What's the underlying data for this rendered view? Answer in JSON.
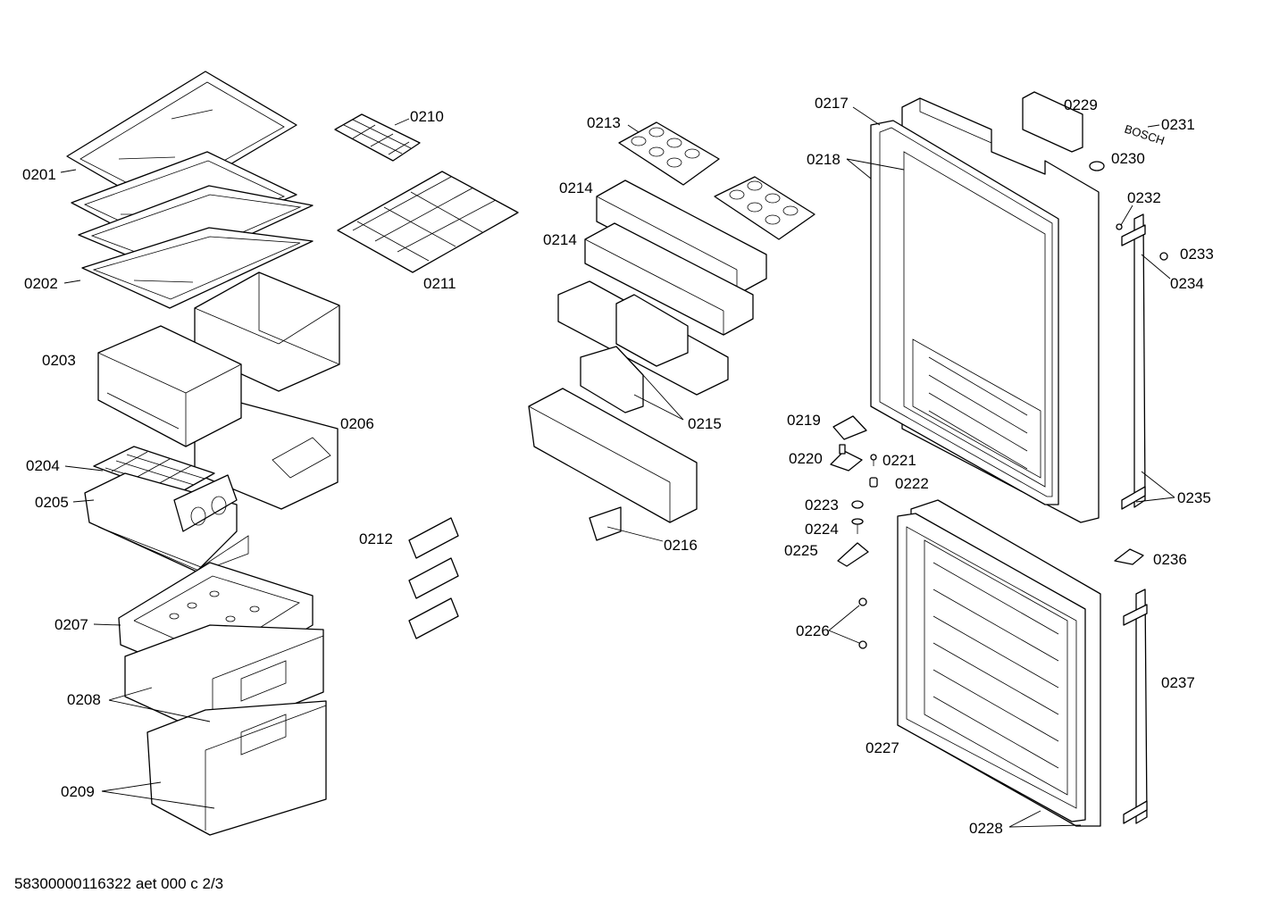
{
  "diagram": {
    "labels": {
      "l0201": "0201",
      "l0202": "0202",
      "l0203": "0203",
      "l0204": "0204",
      "l0205": "0205",
      "l0206": "0206",
      "l0207": "0207",
      "l0208": "0208",
      "l0209": "0209",
      "l0210": "0210",
      "l0211": "0211",
      "l0212": "0212",
      "l0213": "0213",
      "l0214a": "0214",
      "l0214b": "0214",
      "l0215": "0215",
      "l0216": "0216",
      "l0217": "0217",
      "l0218": "0218",
      "l0219": "0219",
      "l0220": "0220",
      "l0221": "0221",
      "l0222": "0222",
      "l0223": "0223",
      "l0224": "0224",
      "l0225": "0225",
      "l0226": "0226",
      "l0227": "0227",
      "l0228": "0228",
      "l0229": "0229",
      "l0230": "0230",
      "l0231": "0231",
      "l0232": "0232",
      "l0233": "0233",
      "l0234": "0234",
      "l0235": "0235",
      "l0236": "0236",
      "l0237": "0237"
    },
    "brand_mark": "BOSCH",
    "footer": "58300000116322 aet 000 c 2/3"
  }
}
